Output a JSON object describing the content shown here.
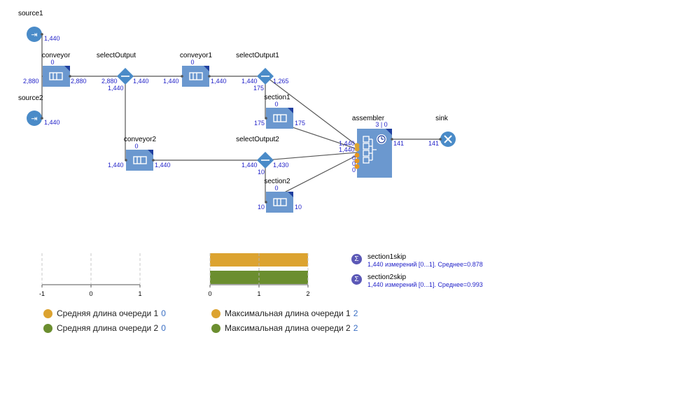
{
  "nodes": {
    "source1": {
      "label": "source1",
      "out": "1,440"
    },
    "source2": {
      "label": "source2",
      "out": "1,440"
    },
    "conveyor": {
      "label": "conveyor",
      "count": "0",
      "in": "2,880",
      "out": "2,880"
    },
    "selectOutput": {
      "label": "selectOutput",
      "in": "2,880",
      "out_true": "1,440",
      "out_false": "1,440"
    },
    "conveyor1": {
      "label": "conveyor1",
      "count": "0",
      "in": "1,440",
      "out": "1,440"
    },
    "selectOutput1": {
      "label": "selectOutput1",
      "in": "1,440",
      "out_true": "1,265",
      "out_false": "175"
    },
    "section1": {
      "label": "section1",
      "count": "0",
      "in": "175",
      "out": "175"
    },
    "conveyor2": {
      "label": "conveyor2",
      "count": "0",
      "in": "1,440",
      "out": "1,440"
    },
    "selectOutput2": {
      "label": "selectOutput2",
      "in": "1,440",
      "out_true": "1,430",
      "out_false": "10"
    },
    "section2": {
      "label": "section2",
      "count": "0",
      "in": "10",
      "out": "10"
    },
    "assembler": {
      "label": "assembler",
      "count": "3 | 0",
      "in1": "1,440",
      "in2": "1,440",
      "in3": "0",
      "in4": "0",
      "in5": "0",
      "out": "141"
    },
    "sink": {
      "label": "sink",
      "in": "141"
    }
  },
  "chart_avg": {
    "type": "bar",
    "ticks": [
      "-1",
      "0",
      "1"
    ],
    "xlim": [
      -1,
      1
    ],
    "values": [
      0,
      0
    ]
  },
  "chart_max": {
    "type": "bar",
    "ticks": [
      "0",
      "1",
      "2"
    ],
    "xlim": [
      0,
      2
    ],
    "values": [
      2,
      2
    ]
  },
  "chart_data": [
    {
      "type": "bar",
      "categories": [
        "Средняя длина очереди 1",
        "Средняя длина очереди 2"
      ],
      "values": [
        0,
        0
      ],
      "xlim": [
        -1,
        1
      ],
      "grid": true,
      "legend": "bottom"
    },
    {
      "type": "bar",
      "categories": [
        "Максимальная длина очереди 1",
        "Максимальная длина очереди 2"
      ],
      "values": [
        2,
        2
      ],
      "xlim": [
        0,
        2
      ],
      "grid": true,
      "legend": "bottom"
    }
  ],
  "legends": {
    "avg": [
      {
        "name": "Средняя длина очереди 1",
        "value": "0",
        "color": "#dca330"
      },
      {
        "name": "Средняя длина очереди 2",
        "value": "0",
        "color": "#6b8e2f"
      }
    ],
    "max": [
      {
        "name": "Максимальная длина очереди 1",
        "value": "2",
        "color": "#dca330"
      },
      {
        "name": "Максимальная длина очереди 2",
        "value": "2",
        "color": "#6b8e2f"
      }
    ]
  },
  "stats": [
    {
      "name": "section1skip",
      "desc": "1,440 измерений [0...1]. Среднее=0.878"
    },
    {
      "name": "section2skip",
      "desc": "1,440 измерений [0...1]. Среднее=0.993"
    }
  ],
  "colors": {
    "block": "#6b98cf",
    "accent": "#4a8bc8",
    "orange": "#dca330",
    "green": "#6b8e2f",
    "number": "#1f1fc8"
  }
}
